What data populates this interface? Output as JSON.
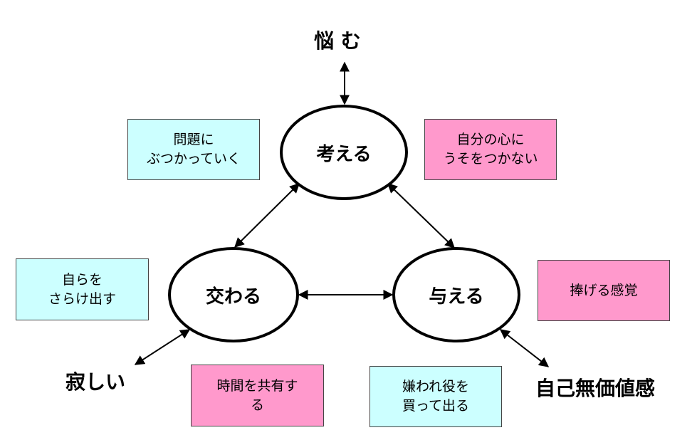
{
  "nodes": {
    "think": "考える",
    "interact": "交わる",
    "give": "与える"
  },
  "outer_labels": {
    "worry": "悩 む",
    "lonely": "寂しい",
    "low_self_worth": "自己無価値感"
  },
  "boxes": {
    "face_problems": "問題に\nぶつかっていく",
    "honest_heart": "自分の心に\nうそをつかない",
    "reveal_self": "自らを\nさらけ出す",
    "devotion": "捧げる感覚",
    "share_time": "時間を共有す\nる",
    "unpopular_role": "嫌われ役を\n買って出る"
  },
  "colors": {
    "cyan_box": "#ccffff",
    "pink_box": "#ff99cc",
    "line": "#000000"
  }
}
